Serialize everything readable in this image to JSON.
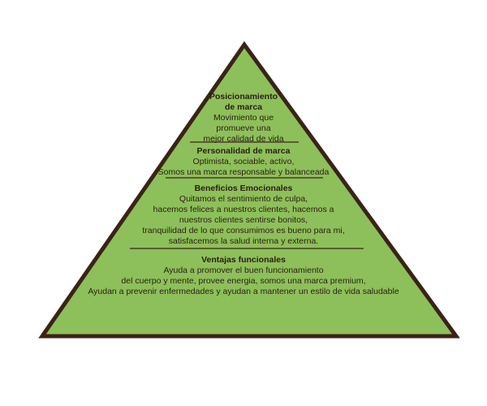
{
  "pyramid": {
    "colors": {
      "fill": "#8dc05a",
      "stroke": "#3a2317",
      "divider": "#3a2317",
      "text": "#2b1d14"
    },
    "tiers": [
      {
        "title_lines": [
          "Posicionamiento",
          "de marca"
        ],
        "body_lines": [
          "Movimiento que",
          "promueve una",
          "mejor calidad de vida"
        ]
      },
      {
        "title_lines": [
          "Personalidad de marca"
        ],
        "body_lines": [
          "Optimista, sociable, activo,",
          "Somos una marca responsable y balanceada"
        ]
      },
      {
        "title_lines": [
          "Beneficios Emocionales"
        ],
        "body_lines": [
          "Quitamos el sentimiento de culpa,",
          "hacemos felices a nuestros clientes, hacemos a",
          "nuestros clientes sentirse bonitos,",
          "tranquilidad de lo que consumimos es bueno para mi,",
          "satisfacemos la salud interna y externa."
        ]
      },
      {
        "title_lines": [
          "Ventajas funcionales"
        ],
        "body_lines": [
          "Ayuda a promover el buen funcionamiento",
          "del cuerpo y mente, provee energia, somos una marca premium,",
          "Ayudan a prevenir enfermedades y ayudan a mantener un estilo de vida saludable"
        ]
      }
    ]
  }
}
